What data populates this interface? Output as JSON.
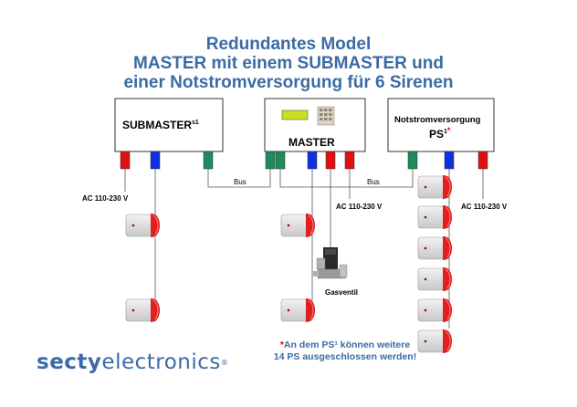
{
  "title": {
    "line1": "Redundantes Model",
    "line2": "MASTER mit einem SUBMASTER und",
    "line3": "einer Notstromversorgung für 6 Sirenen"
  },
  "nodes": {
    "submaster": {
      "label": "SUBMASTER",
      "sup": "s1"
    },
    "master": {
      "label": "MASTER"
    },
    "power": {
      "label": "Notstromversorgung",
      "sub": "PS",
      "sup": "1",
      "star": "*"
    }
  },
  "labels": {
    "bus_left": "Bus",
    "bus_right": "Bus",
    "ac_left": "AC 110-230 V",
    "ac_mid": "AC 110-230 V",
    "ac_right": "AC 110-230 V",
    "gasventil": "Gasventil"
  },
  "note": {
    "star": "*",
    "line1": "An dem PS¹ können weitere",
    "line2": "14 PS ausgeschlossen werden!"
  },
  "logo": {
    "part1": "secty",
    "part2": "electronics",
    "reg": "®"
  },
  "colors": {
    "title": "#3a6ba5",
    "connector_red": "#e01010",
    "connector_blue": "#1030e0",
    "connector_green": "#1f8a5a",
    "siren_red": "#e02020",
    "star": "#d01010"
  },
  "icons": {
    "siren": "siren-icon",
    "valve": "gas-valve-icon",
    "display": "lcd-display-icon",
    "keypad": "keypad-icon"
  }
}
